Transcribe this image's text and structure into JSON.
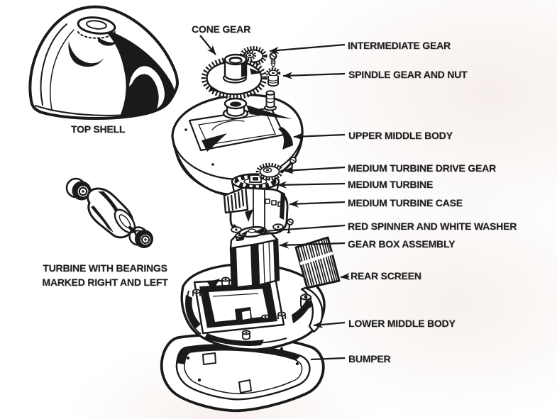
{
  "diagram": {
    "colors": {
      "ink": "#1a1a1a",
      "background": "#ffffff",
      "background_tint": "#f7f1ee"
    },
    "labels": {
      "cone_gear": "CONE GEAR",
      "intermediate_gear": "INTERMEDIATE GEAR",
      "spindle_gear_and_nut": "SPINDLE GEAR AND NUT",
      "top_shell": "TOP SHELL",
      "upper_middle_body": "UPPER MIDDLE BODY",
      "medium_turbine_drive_gear": "MEDIUM TURBINE DRIVE GEAR",
      "medium_turbine": "MEDIUM TURBINE",
      "medium_turbine_case": "MEDIUM TURBINE CASE",
      "red_spinner_and_white_washer": "RED SPINNER AND WHITE WASHER",
      "gear_box_assembly": "GEAR BOX ASSEMBLY",
      "turbine_with_bearings": {
        "line1": "TURBINE WITH BEARINGS",
        "line2": "MARKED RIGHT AND LEFT"
      },
      "rear_screen": "REAR SCREEN",
      "lower_middle_body": "LOWER MIDDLE BODY",
      "bumper": "BUMPER"
    }
  }
}
